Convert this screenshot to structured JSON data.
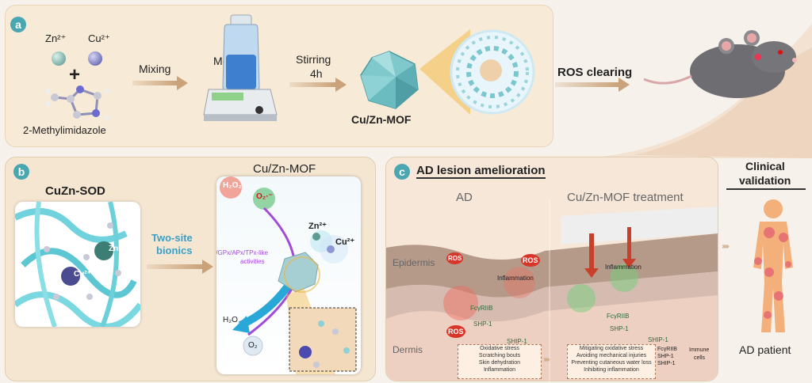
{
  "panel_a": {
    "badge": "a",
    "zn_label": "Zn²⁺",
    "cu_label": "Cu²⁺",
    "plus": "+",
    "ligand_label": "2-Methylimidazole",
    "mixing_label": "Mixing",
    "methanol_label": "Methanol",
    "stirring_label": "Stirring",
    "stirring_time": "4h",
    "mof_label": "Cu/Zn-MOF",
    "ros_label": "ROS clearing"
  },
  "panel_b": {
    "badge": "b",
    "sod_title": "CuZn-SOD",
    "zn_label": "Zn²⁺",
    "cu_label": "Cu²⁺",
    "arrow_label_1": "Two-site",
    "arrow_label_2": "bionics",
    "mof_title": "Cu/Zn-MOF",
    "h2o2_label": "H₂O₂",
    "o2minus_label": "O₂·⁻",
    "mof_zn_label": "Zn²⁺",
    "mof_cu_label": "Cu²⁺",
    "activity_line1": "SOD/GPx/APx/TPx-like",
    "activity_line2": "activities",
    "h2o_label": "H₂O",
    "o2_label": "O₂"
  },
  "panel_c": {
    "badge": "c",
    "title": "AD lesion amelioration",
    "ad_header": "AD",
    "treat_header": "Cu/Zn-MOF treatment",
    "epidermis_label": "Epidermis",
    "dermis_label": "Dermis",
    "ros_label": "ROS",
    "inflammation_label": "Inflammation",
    "fcr_label": "FcγRIIB",
    "ship_label": "SHP-1",
    "ship_label2": "SHIP-1",
    "ad_box": [
      "Oxidative stress",
      "Scratching bouts",
      "Skin dehydration",
      "Inflammation"
    ],
    "treat_box": [
      "Mitigating oxidative stress",
      "Avoiding mechanical injuries",
      "Preventing cutaneous water loss",
      "Inhibiting inflammation"
    ],
    "legend": [
      "FcγRIIB",
      "SHP-1",
      "SHIP-1"
    ],
    "legend_cells": "Immune",
    "legend_cells2": "cells"
  },
  "clinical": {
    "title_line1": "Clinical",
    "title_line2": "validation",
    "patient_label": "AD patient"
  },
  "colors": {
    "accent": "#4aa7b2",
    "arrow": "#c9a27a",
    "ros": "#d9362a"
  }
}
